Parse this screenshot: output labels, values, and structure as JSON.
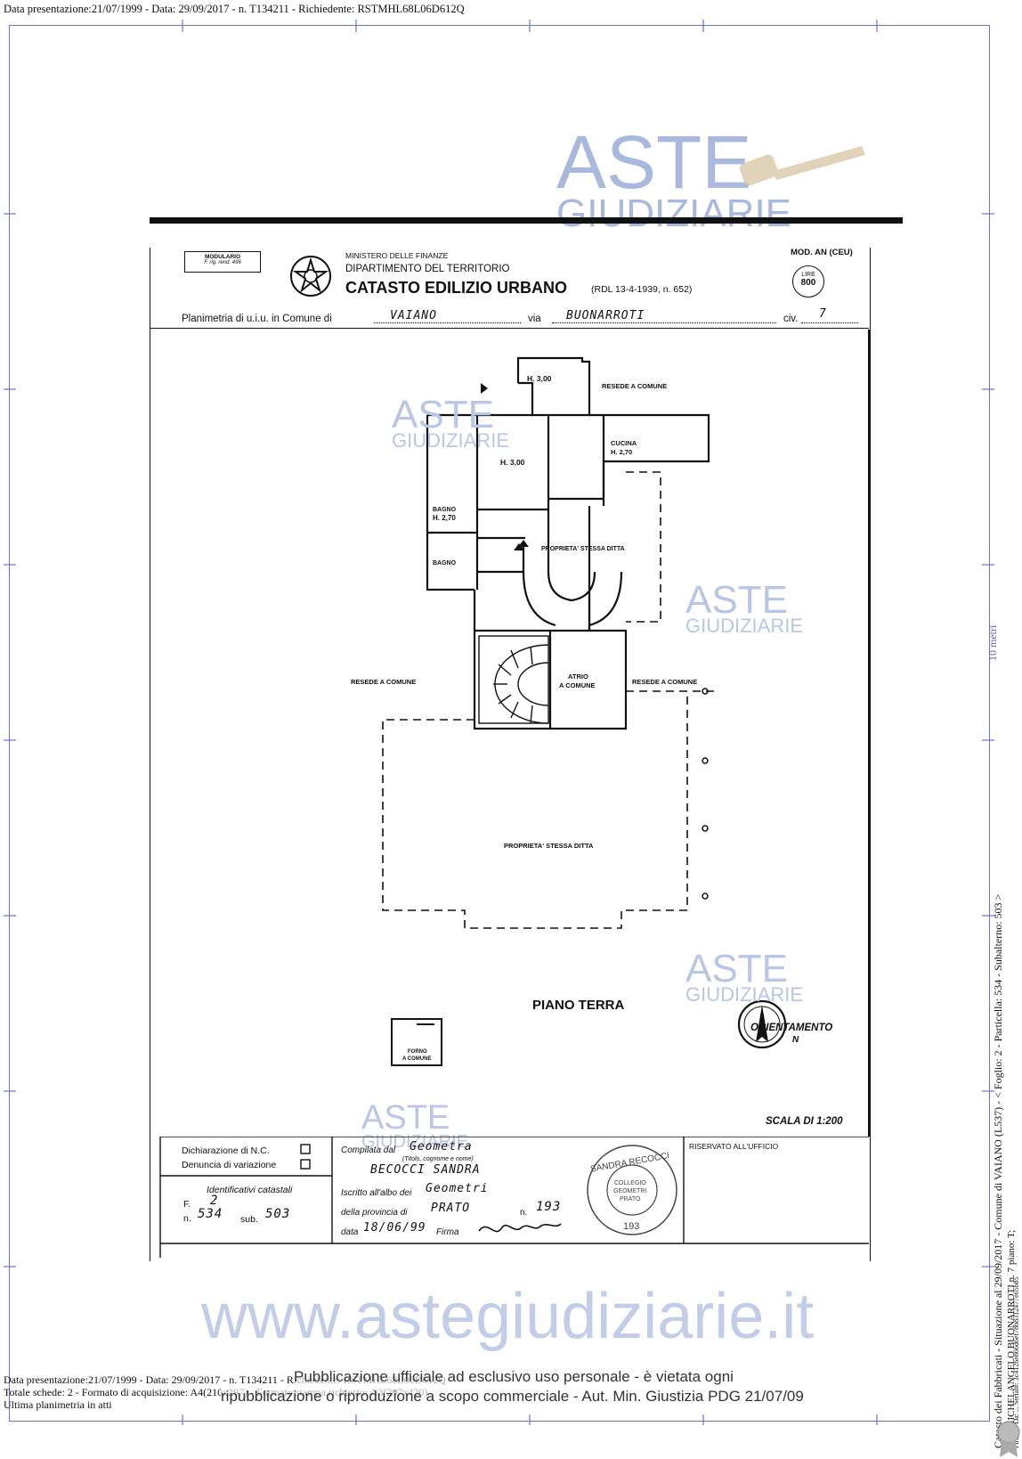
{
  "top_line": "Data presentazione:21/07/1999 - Data: 29/09/2017 - n. T134211 - Richiedente: RSTMHL68L06D612Q",
  "watermarks": {
    "brand_top": "ASTE",
    "brand_bottom": "GIUDIZIARIE",
    "website": "www.astegiudiziarie.it",
    "notice_line1": "Pubblicazione ufficiale ad esclusivo uso personale - è vietata ogni",
    "notice_line2": "ripubblicazione o riproduzione a scopo commerciale - Aut. Min. Giustizia PDG 21/07/09"
  },
  "form_header": {
    "modulario_title": "MODULARIO",
    "modulario_sub": "F. rig. rend. 496",
    "ministry": "MINISTERO DELLE FINANZE",
    "department": "DIPARTIMENTO DEL TERRITORIO",
    "catasto": "CATASTO EDILIZIO URBANO",
    "rdl": "(RDL 13-4-1939, n. 652)",
    "mod": "MOD. AN (CEU)",
    "lire_label": "LIRE",
    "lire_value": "800",
    "planimetria_label": "Planimetria di u.i.u. in Comune di",
    "comune": "VAIANO",
    "via_label": "via",
    "via": "BUONARROTI",
    "civ_label": "civ.",
    "civ": "7"
  },
  "plan_labels": {
    "h300_top": "H. 3,00",
    "resede_top": "RESEDE A COMUNE",
    "cucina": "CUCINA",
    "cucina_h": "H. 2,70",
    "h300_mid": "H. 3,00",
    "bagno1": "BAGNO",
    "bagno1_h": "H. 2,70",
    "bagno2": "BAGNO",
    "proprieta1": "PROPRIETA' STESSA DITTA",
    "resede_left": "RESEDE A COMUNE",
    "atrio": "ATRIO",
    "a_comune": "A COMUNE",
    "resede_right": "RESEDE A COMUNE",
    "proprieta2": "PROPRIETA' STESSA DITTA",
    "piano": "PIANO TERRA",
    "orientamento": "ORIENTAMENTO",
    "north": "N",
    "scala": "SCALA DI 1:200",
    "forno": "FORNO",
    "forno_comune": "A COMUNE"
  },
  "bottom_form": {
    "dichiarazione": "Dichiarazione di N.C.",
    "denuncia": "Denuncia di variazione",
    "identificativi": "Identificativi catastali",
    "f_label": "F.",
    "f_value": "2",
    "n_label": "n.",
    "n_value": "534",
    "sub_label": "sub.",
    "sub_value": "503",
    "compilata_label": "Compilata dal",
    "compilata_value": "Geometra",
    "titolo_note": "(Titolo, cognome e nome)",
    "name": "BECOCCI SANDRA",
    "iscritto_label": "Iscritto all'albo dei",
    "iscritto_value": "Geometri",
    "provincia_label": "della provincia di",
    "provincia_value": "PRATO",
    "n2_label": "n.",
    "n2_value": "193",
    "data_label": "data",
    "data_value": "18/06/99",
    "firma_label": "Firma",
    "riservato": "RISERVATO ALL'UFFICIO",
    "stamp_top": "SANDRA RECOCCI",
    "stamp_mid1": "COLLEGIO",
    "stamp_mid2": "GEOMETRI",
    "stamp_mid3": "PRATO",
    "stamp_num": "193"
  },
  "footer": {
    "line1": "Data presentazione:21/07/1999 - Data: 29/09/2017 - n. T134211 - Richiedente: RSTMHL68L06D612Q",
    "line2": "Totale schede: 2 - Formato di acquisizione: A4(210x297) - Formato stampa richiesto: A3(297x420)",
    "line3": "Ultima planimetria in atti"
  },
  "right_margin": {
    "scale_text": "10 metri",
    "vertical_line": "Catasto dei Fabbricati - Situazione al 29/09/2017 - Comune di VAIANO (L537) - < Foglio: 2 - Particella: 534 - Subalterno: 503 >",
    "vertical_line2": "VIA MICHELANGELO BUONARROTI n. 7 piano: T;",
    "vertical_serial": "Firmato Da: ... Serial#: 3c4126e866d6ef78b8312477e65b85"
  },
  "colors": {
    "frame": "#6a6fd0",
    "watermark": "#b9c6e6"
  }
}
